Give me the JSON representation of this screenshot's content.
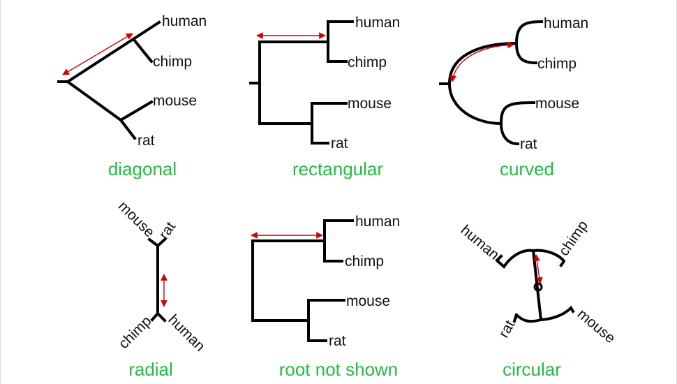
{
  "colors": {
    "branch": "#000000",
    "arrow": "#d40000",
    "caption": "#22bb44",
    "leaf_text": "#111111"
  },
  "panels": [
    {
      "caption": "diagonal",
      "leaves": [
        "human",
        "chimp",
        "mouse",
        "rat"
      ]
    },
    {
      "caption": "rectangular",
      "leaves": [
        "human",
        "chimp",
        "mouse",
        "rat"
      ]
    },
    {
      "caption": "curved",
      "leaves": [
        "human",
        "chimp",
        "mouse",
        "rat"
      ]
    },
    {
      "caption": "radial",
      "leaves": [
        "mouse",
        "rat",
        "chimp",
        "human"
      ]
    },
    {
      "caption": "root not shown",
      "leaves": [
        "human",
        "chimp",
        "mouse",
        "rat"
      ]
    },
    {
      "caption": "circular",
      "leaves": [
        "human",
        "chimp",
        "rat",
        "mouse"
      ]
    }
  ]
}
